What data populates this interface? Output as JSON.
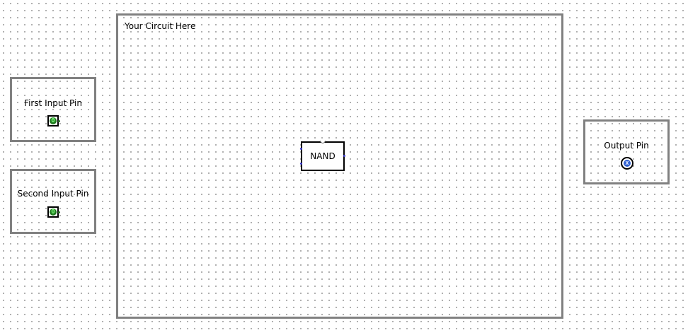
{
  "inputs": [
    {
      "label": "First Input Pin",
      "value": "0"
    },
    {
      "label": "Second Input Pin",
      "value": "0"
    }
  ],
  "output": {
    "label": "Output Pin",
    "value": "x"
  },
  "circuit": {
    "label": "Your Circuit Here",
    "gates": [
      {
        "label": "NAND"
      }
    ]
  },
  "colors": {
    "panel_border": "#808080",
    "input_pin_fill": "#1f7a1f",
    "input_pin_text": "#7fff7f",
    "output_pin_fill": "#2f5fd0",
    "output_pin_text": "#dde8ff",
    "port_color": "#3a3ac8"
  }
}
